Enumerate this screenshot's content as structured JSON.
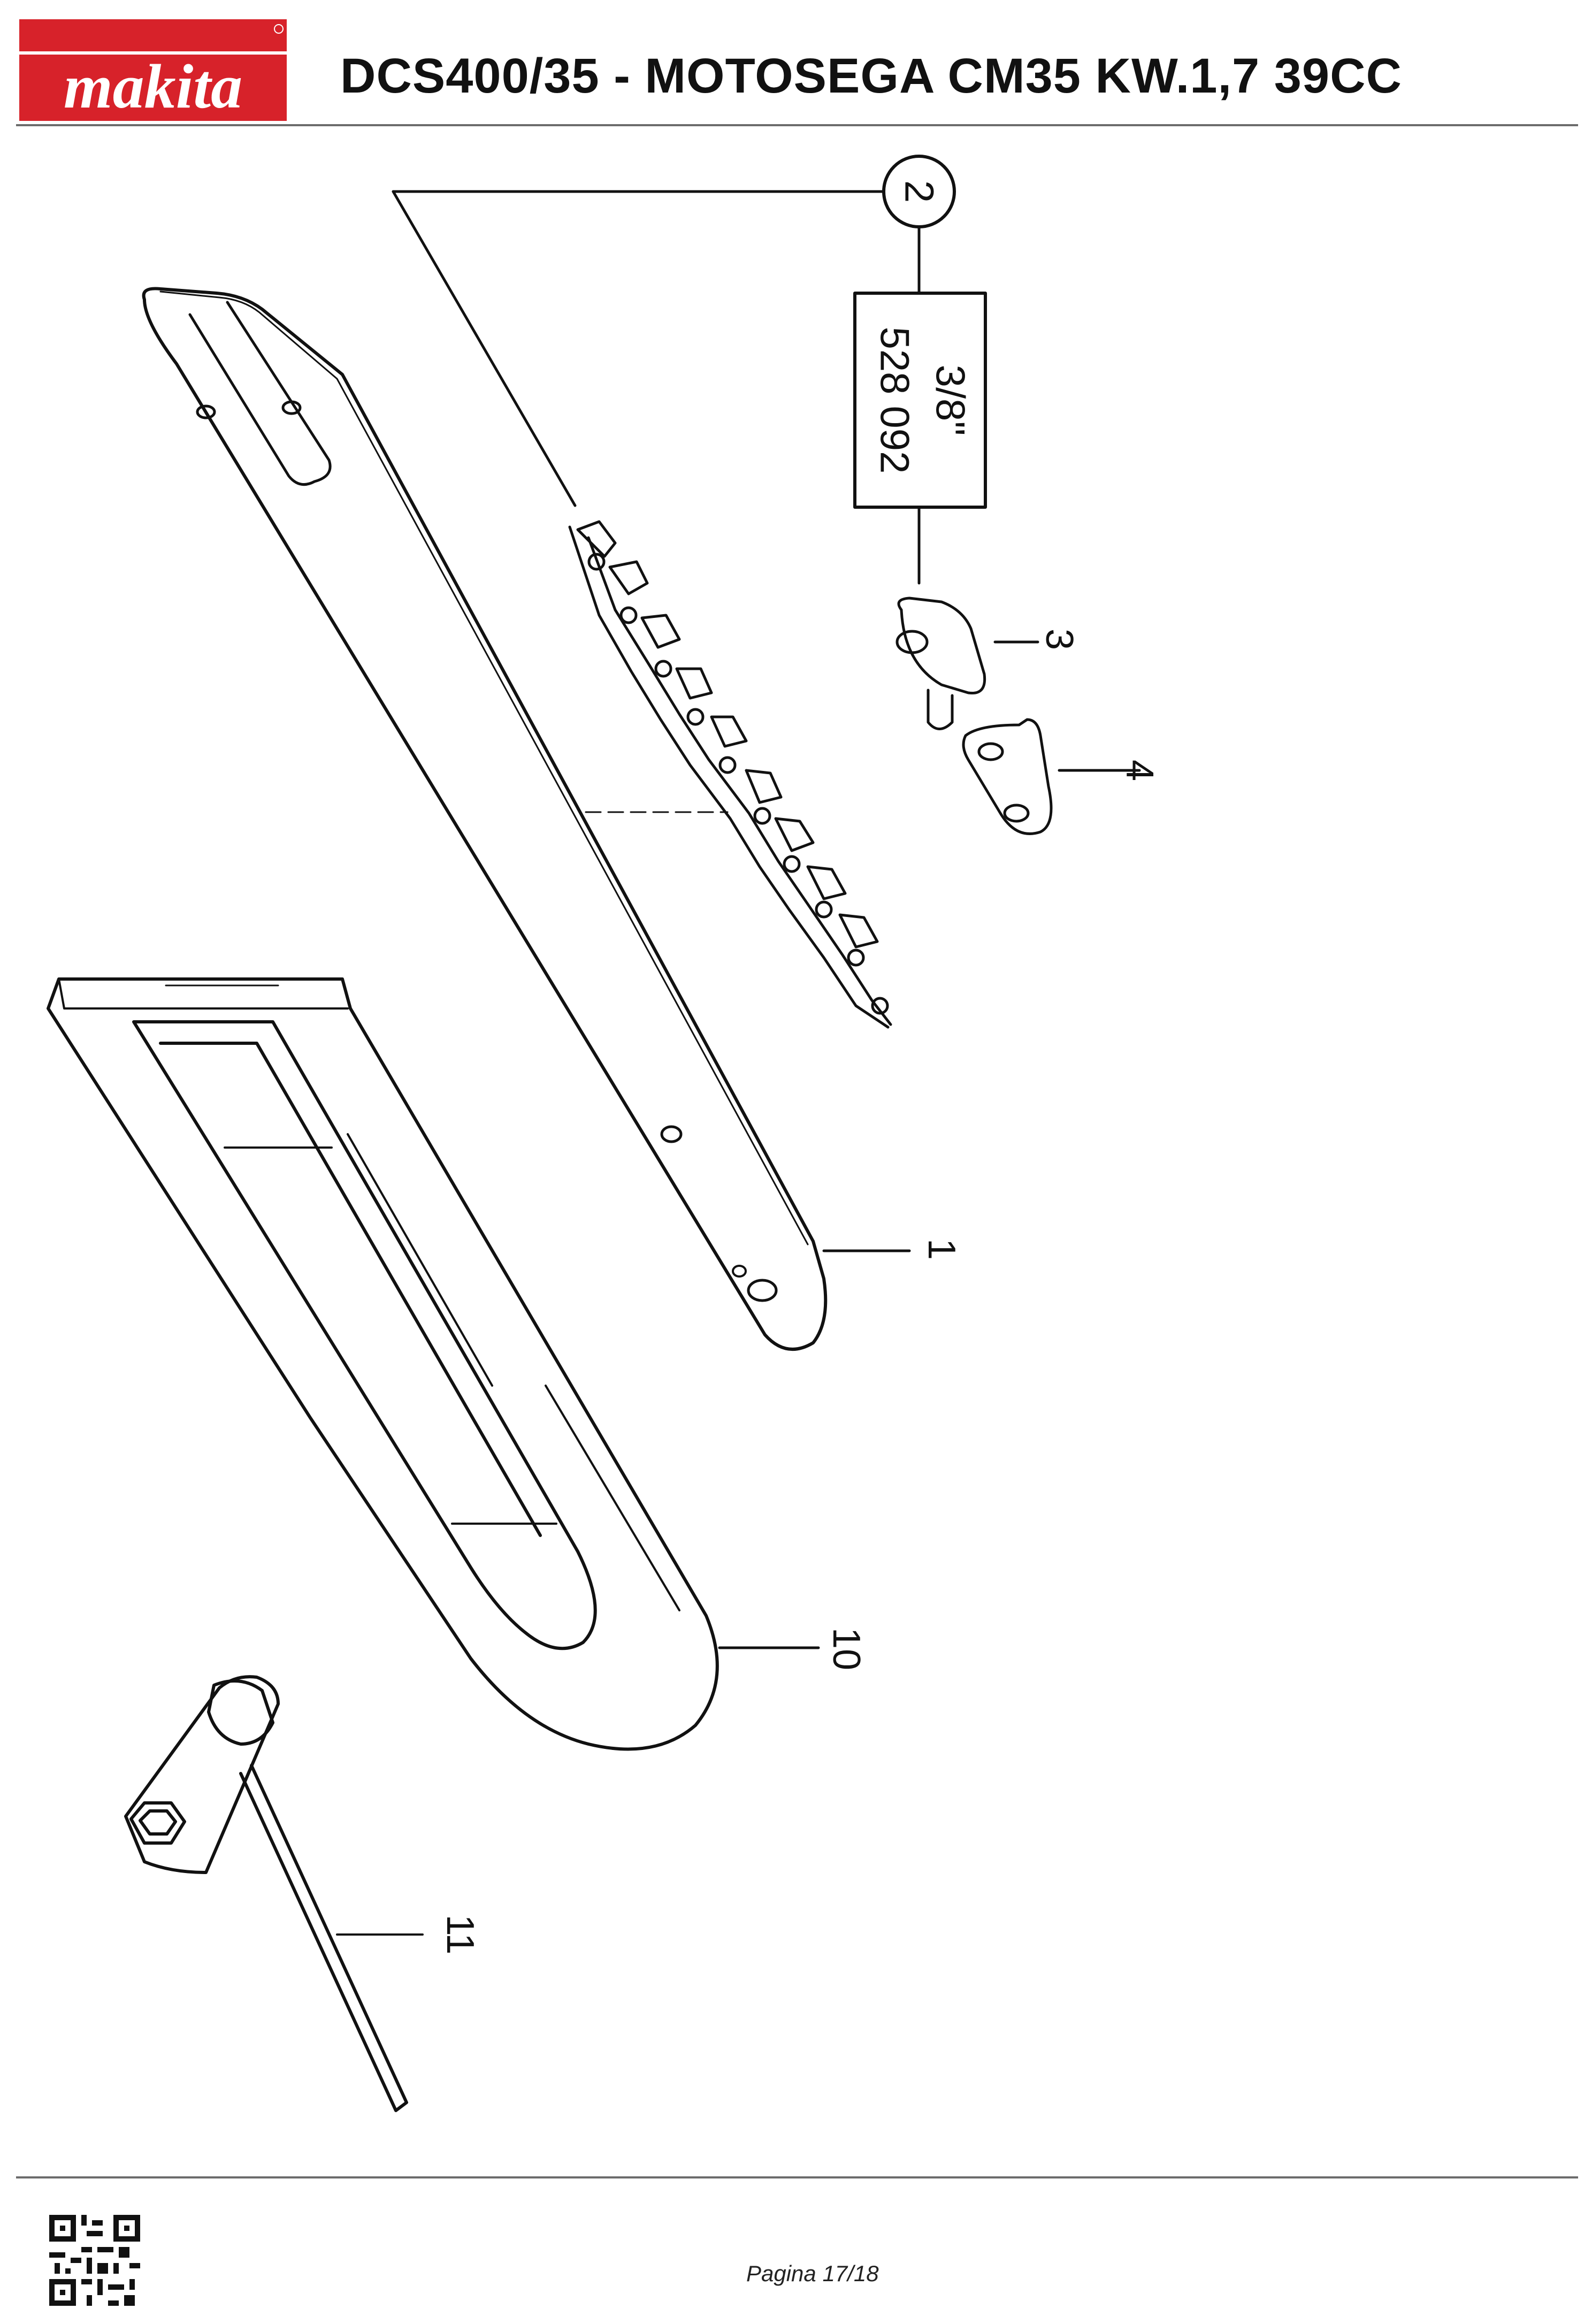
{
  "header": {
    "brand": "makita",
    "title": "DCS400/35 - MOTOSEGA CM35 KW.1,7 39CC"
  },
  "diagram": {
    "callouts": [
      {
        "id": "bar",
        "label": "1"
      },
      {
        "id": "chain",
        "label": "2"
      },
      {
        "id": "washer",
        "label": "3"
      },
      {
        "id": "plate",
        "label": "4"
      },
      {
        "id": "guard",
        "label": "10"
      },
      {
        "id": "wrench",
        "label": "11"
      }
    ],
    "chain_box": {
      "pitch": "3/8\"",
      "part_number": "528 092"
    }
  },
  "footer": {
    "page": "Pagina 17/18"
  },
  "colors": {
    "brand_red": "#d7222a",
    "line": "#111111",
    "rule": "#6c6c6c"
  }
}
